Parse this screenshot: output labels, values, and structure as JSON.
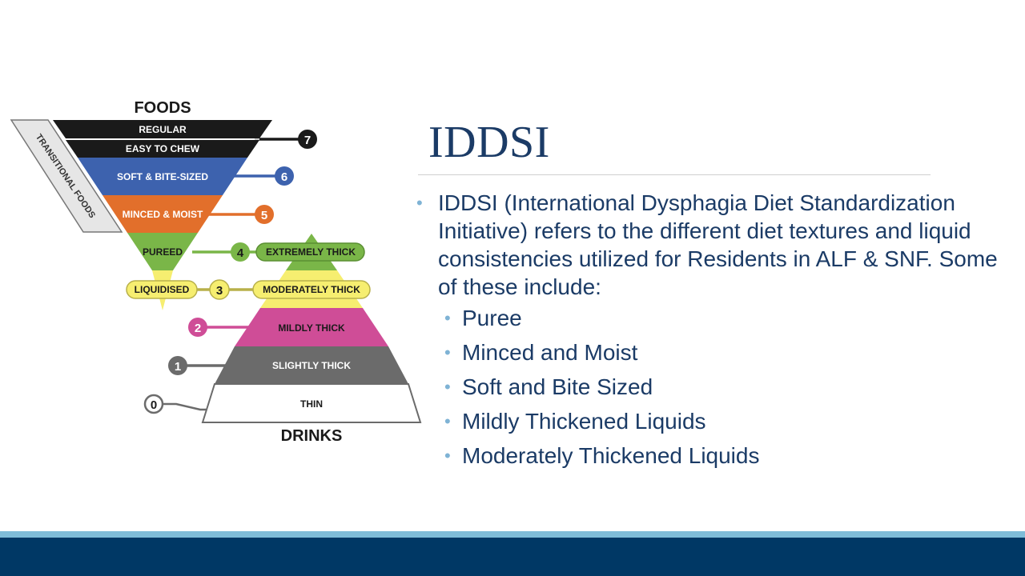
{
  "slide": {
    "title": "IDDSI",
    "intro": "IDDSI (International Dysphagia Diet Standardization Initiative) refers to the different diet textures and liquid consistencies utilized for Residents in ALF & SNF. Some of these include:",
    "items": [
      "Puree",
      "Minced and Moist",
      "Soft and Bite Sized",
      "Mildly Thickened Liquids",
      "Moderately Thickened Liquids"
    ]
  },
  "diagram": {
    "foods_heading": "FOODS",
    "drinks_heading": "DRINKS",
    "transitional_label": "TRANSITIONAL FOODS",
    "food_levels": {
      "regular": "REGULAR",
      "easy_to_chew": "EASY TO CHEW",
      "soft_bite_sized": "SOFT & BITE-SIZED",
      "minced_moist": "MINCED & MOIST",
      "pureed": "PUREED",
      "liquidised": "LIQUIDISED"
    },
    "drink_levels": {
      "extremely_thick": "EXTREMELY THICK",
      "moderately_thick": "MODERATELY THICK",
      "mildly_thick": "MILDLY THICK",
      "slightly_thick": "SLIGHTLY THICK",
      "thin": "THIN"
    },
    "level_numbers": {
      "l7": "7",
      "l6": "6",
      "l5": "5",
      "l4": "4",
      "l3": "3",
      "l2": "2",
      "l1": "1",
      "l0": "0"
    },
    "colors": {
      "black": "#1a1a1a",
      "blue": "#3d62ae",
      "orange": "#e26f2b",
      "green": "#7ab648",
      "yellow": "#f6ee70",
      "pink": "#cf4d97",
      "gray": "#6b6b6b",
      "white": "#ffffff",
      "title_navy": "#1b3b66",
      "bullet_blue": "#7fb3d5",
      "footer_dark": "#003865",
      "footer_light": "#7fbcd8"
    }
  }
}
